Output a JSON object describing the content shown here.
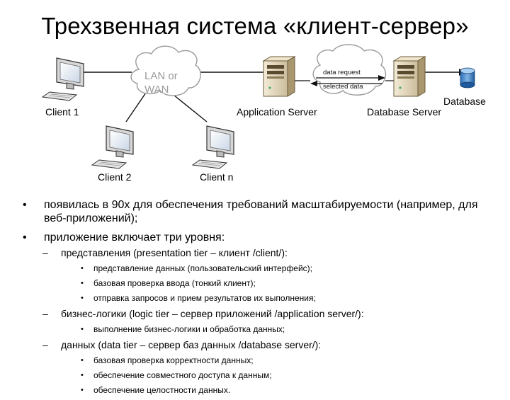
{
  "title": "Трехзвенная система «клиент-сервер»",
  "diagram": {
    "cloud1": [
      "LAN or",
      "WAN"
    ],
    "cloud2": [
      "data request",
      "selected data"
    ],
    "client1": "Client 1",
    "client2": "Client 2",
    "clientn": "Client n",
    "app_server": "Application Server",
    "db_server": "Database Server",
    "database": "Database"
  },
  "bullets": [
    {
      "text": "появилась в 90х для обеспечения требований масштабируемости (например, для веб-приложений);",
      "children": []
    },
    {
      "text": "приложение включает три уровня:",
      "children": [
        {
          "text": "представления (presentation tier – клиент /client/):",
          "items": [
            "представление данных (пользовательский интерфейс);",
            "базовая проверка ввода (тонкий клиент);",
            "отправка запросов и прием результатов их выполнения;"
          ]
        },
        {
          "text": "бизнес-логики (logic tier – сервер приложений /application server/):",
          "items": [
            "выполнение бизнес-логики и обработка данных;"
          ]
        },
        {
          "text": "данных (data tier –  сервер баз данных /database server/):",
          "items": [
            "базовая проверка корректности данных;",
            "обеспечение совместного доступа к данным;",
            "обеспечение целостности данных."
          ]
        }
      ]
    }
  ]
}
